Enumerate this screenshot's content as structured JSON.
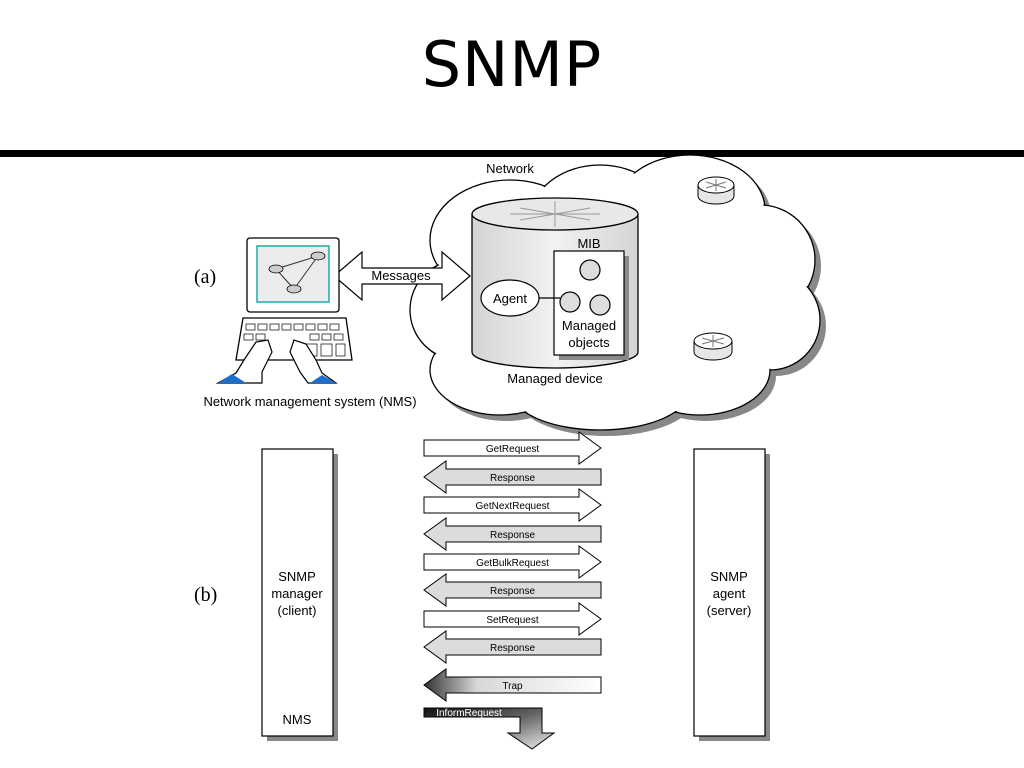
{
  "title": "SNMP",
  "panel_a": {
    "label": "(a)",
    "network_label": "Network",
    "messages_label": "Messages",
    "mib_label": "MIB",
    "agent_label": "Agent",
    "managed_objects_line1": "Managed",
    "managed_objects_line2": "objects",
    "managed_device_label": "Managed device",
    "nms_label": "Network management system (NMS)"
  },
  "panel_b": {
    "label": "(b)",
    "manager_line1": "SNMP",
    "manager_line2": "manager",
    "manager_line3": "(client)",
    "manager_footer": "NMS",
    "agent_line1": "SNMP",
    "agent_line2": "agent",
    "agent_line3": "(server)",
    "messages": [
      {
        "label": "GetRequest",
        "direction": "right"
      },
      {
        "label": "Response",
        "direction": "left"
      },
      {
        "label": "GetNextRequest",
        "direction": "right"
      },
      {
        "label": "Response",
        "direction": "left"
      },
      {
        "label": "GetBulkRequest",
        "direction": "right"
      },
      {
        "label": "Response",
        "direction": "left"
      },
      {
        "label": "SetRequest",
        "direction": "right"
      },
      {
        "label": "Response",
        "direction": "left"
      },
      {
        "label": "Trap",
        "direction": "left"
      },
      {
        "label": "InformRequest",
        "direction": "down"
      }
    ]
  }
}
